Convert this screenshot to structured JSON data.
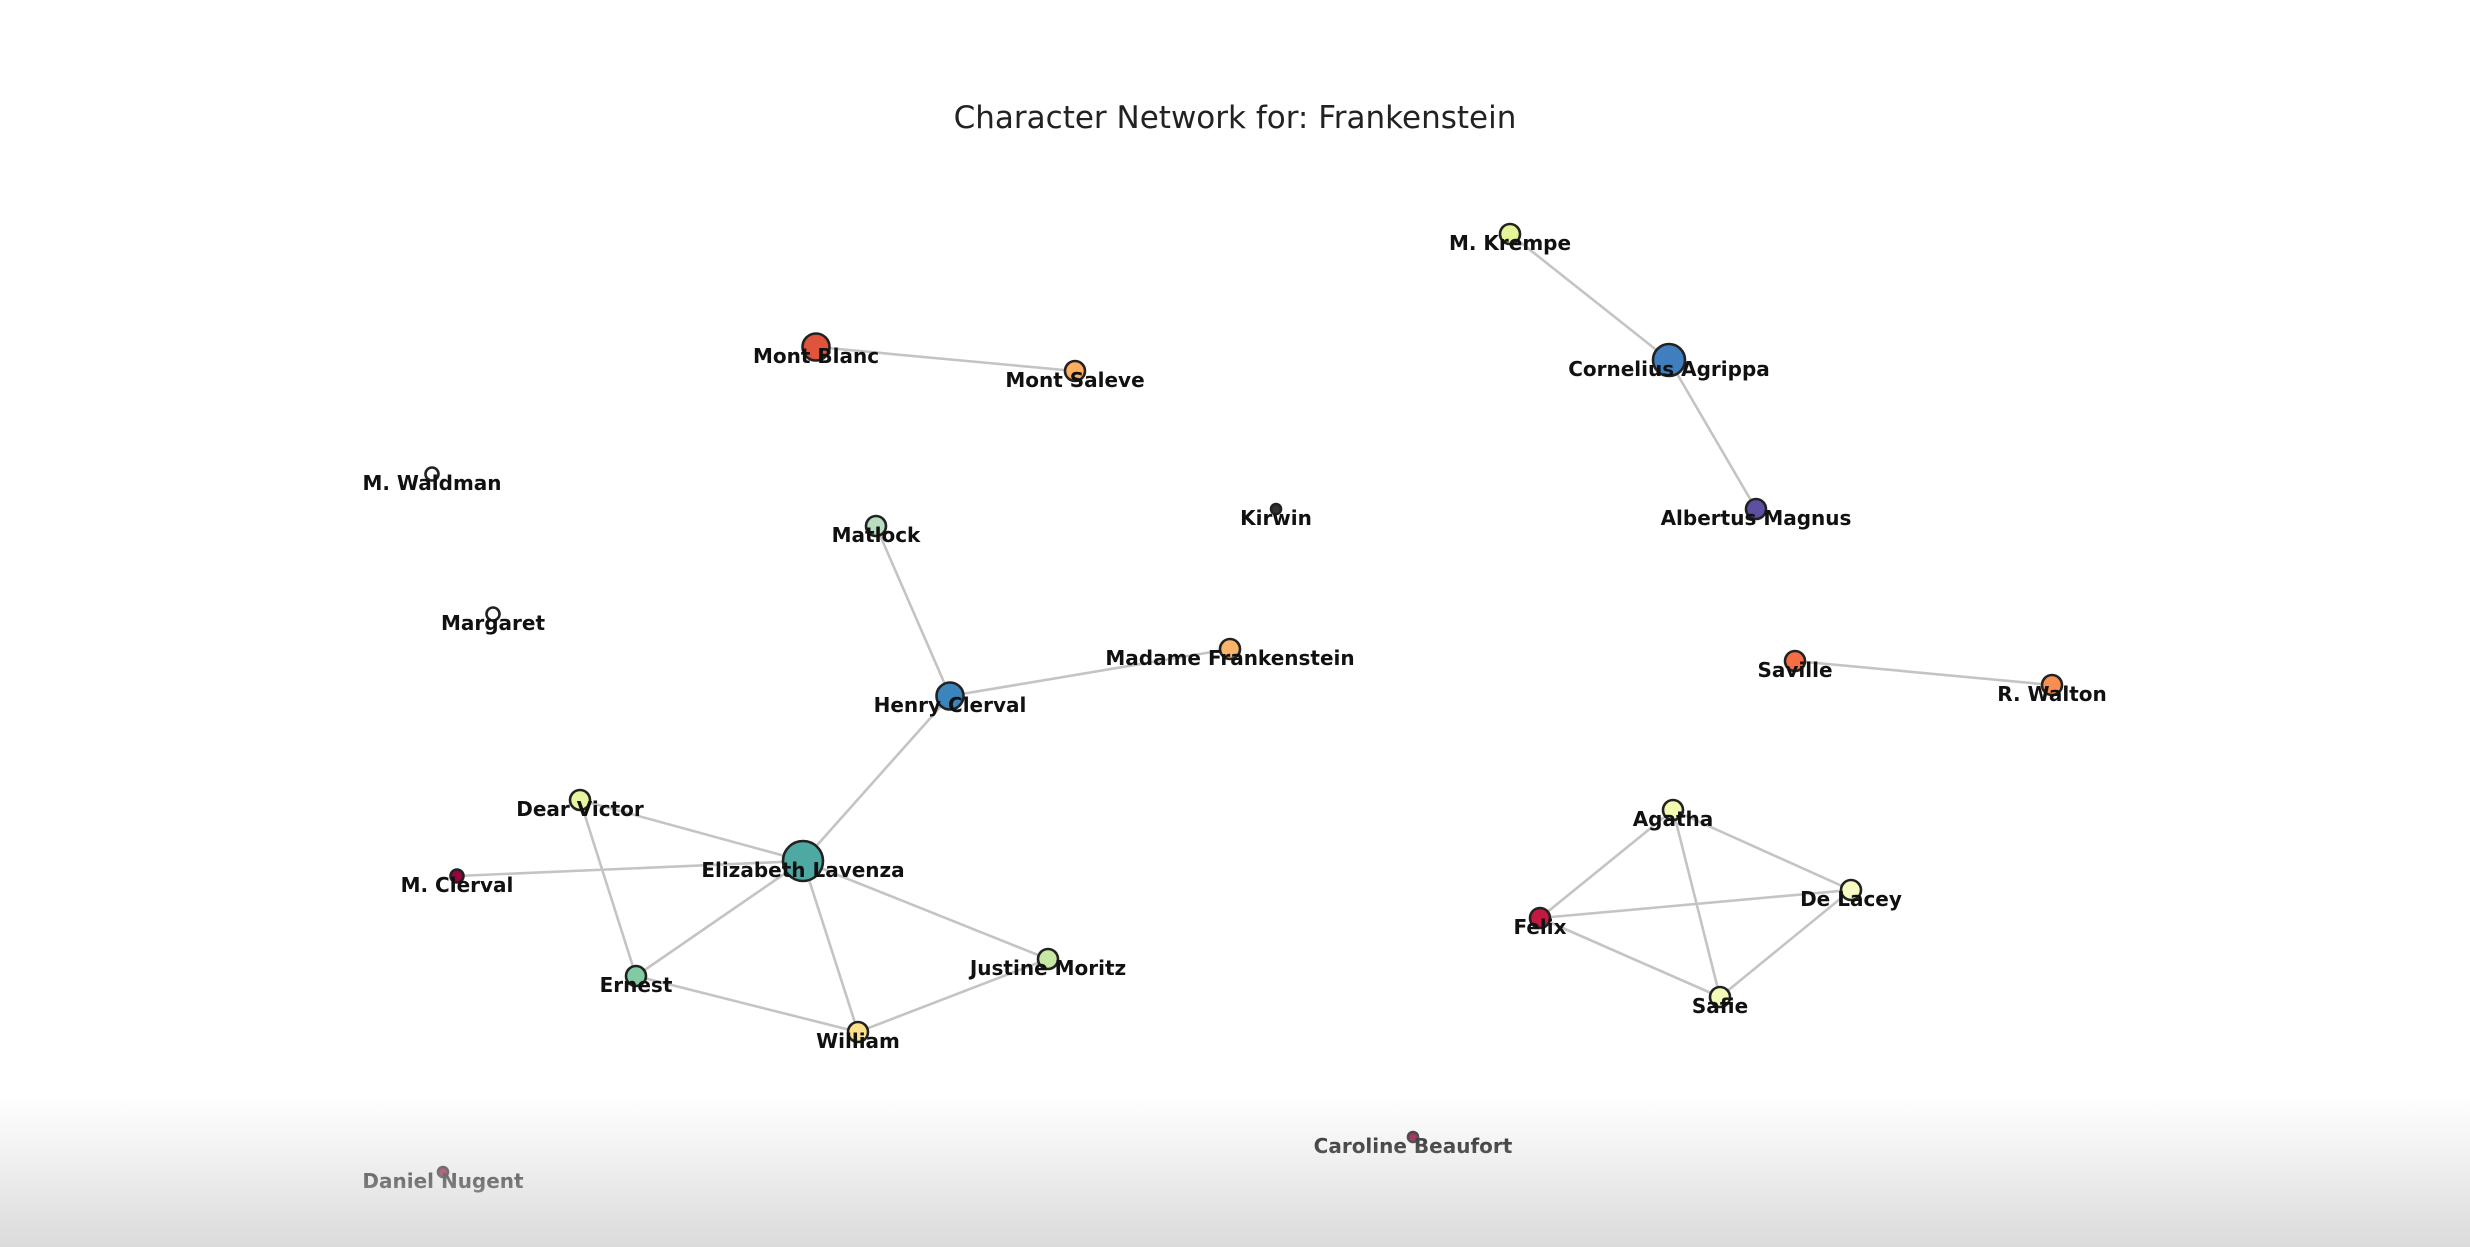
{
  "title": "Character Network for: Frankenstein",
  "nodes": [
    {
      "id": "m_krempe",
      "label": "M. Krempe",
      "color": "#e6f598",
      "size": "small"
    },
    {
      "id": "cornelius_agrippa",
      "label": "Cornelius Agrippa",
      "color": "#3f7fbf",
      "size": "large"
    },
    {
      "id": "albertus_magnus",
      "label": "Albertus Magnus",
      "color": "#5e4fa2",
      "size": "small"
    },
    {
      "id": "mont_blanc",
      "label": "Mont Blanc",
      "color": "#e0533d",
      "size": "medium"
    },
    {
      "id": "mont_saleve",
      "label": "Mont Saleve",
      "color": "#fdae61",
      "size": "small"
    },
    {
      "id": "m_waldman",
      "label": "M. Waldman",
      "color": "#ffffff",
      "size": "tiny"
    },
    {
      "id": "margaret",
      "label": "Margaret",
      "color": "#ffffff",
      "size": "tiny"
    },
    {
      "id": "kirwin",
      "label": "Kirwin",
      "color": "#333333",
      "size": "dot"
    },
    {
      "id": "matlock",
      "label": "Matlock",
      "color": "#b8ddc0",
      "size": "small"
    },
    {
      "id": "madame_frankenstein",
      "label": "Madame Frankenstein",
      "color": "#fdb46a",
      "size": "small"
    },
    {
      "id": "henry_clerval",
      "label": "Henry Clerval",
      "color": "#3b85bd",
      "size": "medium"
    },
    {
      "id": "saville",
      "label": "Saville",
      "color": "#f46d43",
      "size": "small"
    },
    {
      "id": "r_walton",
      "label": "R. Walton",
      "color": "#f98e52",
      "size": "small"
    },
    {
      "id": "dear_victor",
      "label": "Dear Victor",
      "color": "#e8f6a0",
      "size": "small"
    },
    {
      "id": "elizabeth_lavenza",
      "label": "Elizabeth Lavenza",
      "color": "#4ea9a3",
      "size": "xlarge"
    },
    {
      "id": "m_clerval",
      "label": "M. Clerval",
      "color": "#9e0142",
      "size": "tiny"
    },
    {
      "id": "ernest",
      "label": "Ernest",
      "color": "#82c9a5",
      "size": "small"
    },
    {
      "id": "justine_moritz",
      "label": "Justine Moritz",
      "color": "#c7e8a2",
      "size": "small"
    },
    {
      "id": "william",
      "label": "William",
      "color": "#fee08b",
      "size": "small"
    },
    {
      "id": "agatha",
      "label": "Agatha",
      "color": "#f4fab0",
      "size": "small"
    },
    {
      "id": "de_lacey",
      "label": "De Lacey",
      "color": "#f7fbc3",
      "size": "small"
    },
    {
      "id": "felix",
      "label": "Felix",
      "color": "#c41a42",
      "size": "small"
    },
    {
      "id": "safie",
      "label": "Safie",
      "color": "#f3f9b6",
      "size": "small"
    },
    {
      "id": "caroline_beaufort",
      "label": "Caroline Beaufort",
      "color": "#9e0142",
      "size": "dot"
    },
    {
      "id": "daniel_nugent",
      "label": "Daniel Nugent",
      "color": "#9e0142",
      "size": "dot"
    }
  ],
  "edges": [
    [
      "m_krempe",
      "cornelius_agrippa"
    ],
    [
      "cornelius_agrippa",
      "albertus_magnus"
    ],
    [
      "mont_blanc",
      "mont_saleve"
    ],
    [
      "matlock",
      "henry_clerval"
    ],
    [
      "madame_frankenstein",
      "henry_clerval"
    ],
    [
      "henry_clerval",
      "elizabeth_lavenza"
    ],
    [
      "saville",
      "r_walton"
    ],
    [
      "dear_victor",
      "elizabeth_lavenza"
    ],
    [
      "dear_victor",
      "ernest"
    ],
    [
      "m_clerval",
      "elizabeth_lavenza"
    ],
    [
      "elizabeth_lavenza",
      "ernest"
    ],
    [
      "elizabeth_lavenza",
      "justine_moritz"
    ],
    [
      "elizabeth_lavenza",
      "william"
    ],
    [
      "ernest",
      "william"
    ],
    [
      "william",
      "justine_moritz"
    ],
    [
      "agatha",
      "felix"
    ],
    [
      "agatha",
      "de_lacey"
    ],
    [
      "agatha",
      "safie"
    ],
    [
      "felix",
      "de_lacey"
    ],
    [
      "felix",
      "safie"
    ],
    [
      "safie",
      "de_lacey"
    ]
  ]
}
